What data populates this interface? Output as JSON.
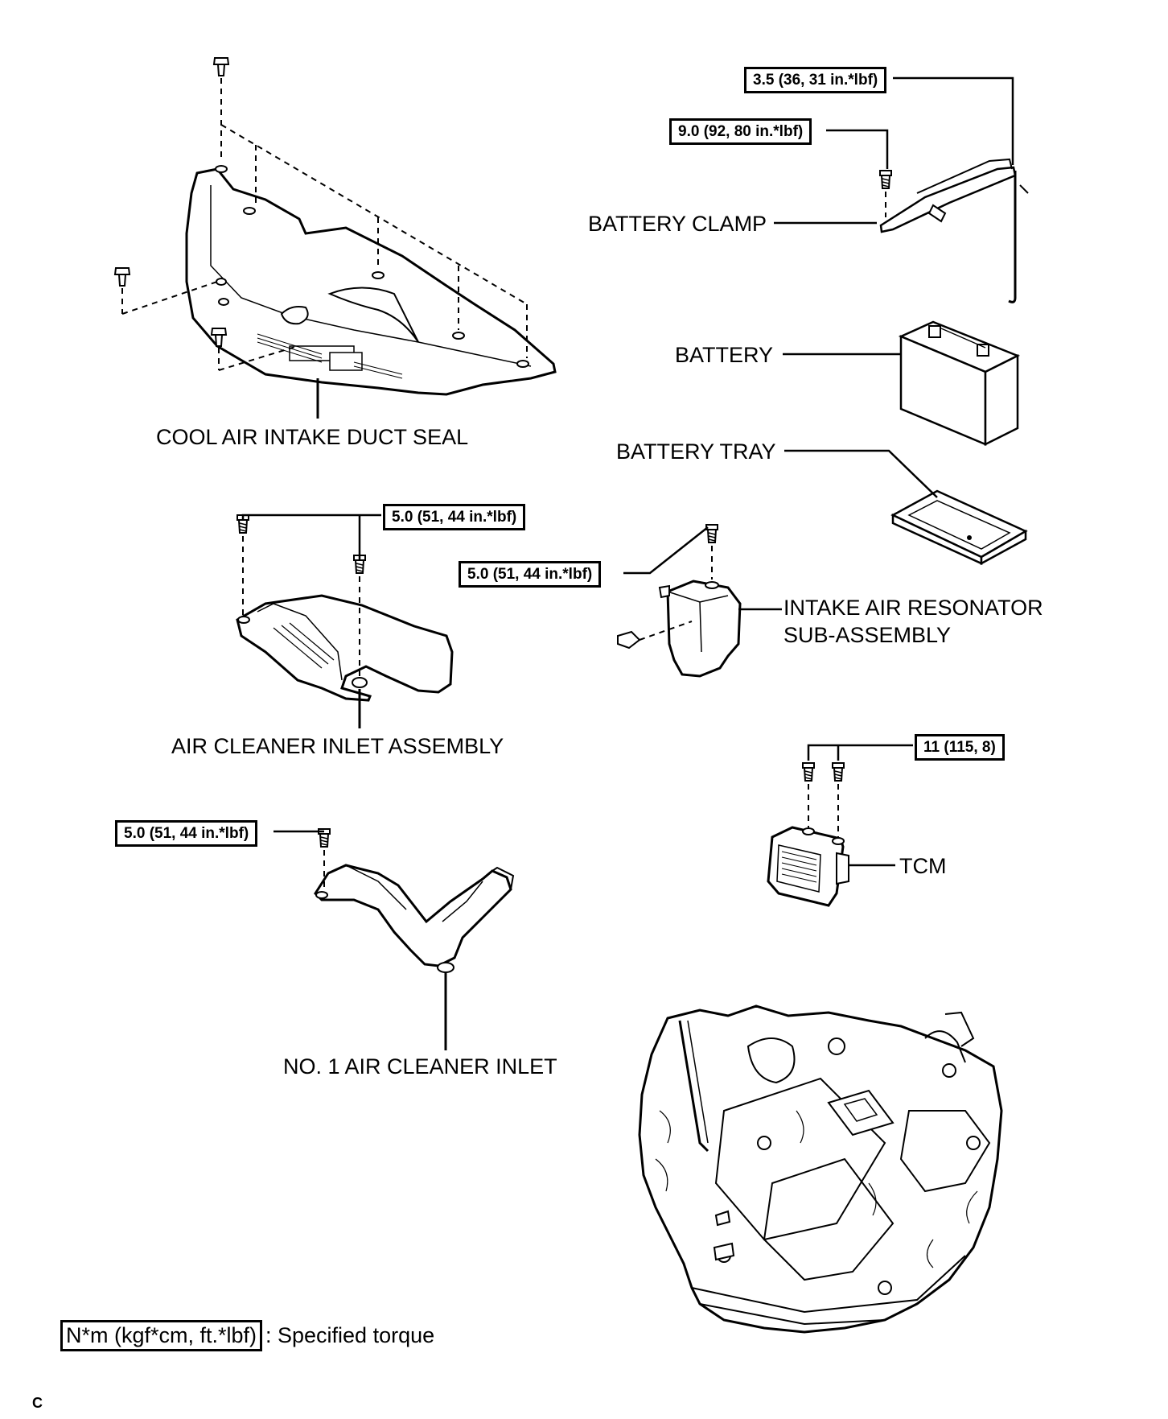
{
  "labels": {
    "cool_air_intake_duct_seal": "COOL AIR INTAKE DUCT SEAL",
    "battery_clamp": "BATTERY CLAMP",
    "battery": "BATTERY",
    "battery_tray": "BATTERY TRAY",
    "intake_air_resonator_line1": "INTAKE AIR RESONATOR",
    "intake_air_resonator_line2": "SUB-ASSEMBLY",
    "air_cleaner_inlet_assembly": "AIR CLEANER INLET ASSEMBLY",
    "tcm": "TCM",
    "no1_air_cleaner_inlet": "NO. 1 AIR CLEANER INLET"
  },
  "torques": {
    "battery_clamp_upper": "3.5 (36, 31 in.*lbf)",
    "battery_clamp_bolt": "9.0 (92, 80 in.*lbf)",
    "air_cleaner_inlet": "5.0 (51, 44 in.*lbf)",
    "intake_air_resonator": "5.0 (51, 44 in.*lbf)",
    "tcm": "11 (115, 8)",
    "no1_air_cleaner_inlet": "5.0 (51, 44 in.*lbf)"
  },
  "legend": {
    "box_text": "N*m (kgf*cm, ft.*lbf)",
    "description": ": Specified torque"
  },
  "figure_code": "C"
}
